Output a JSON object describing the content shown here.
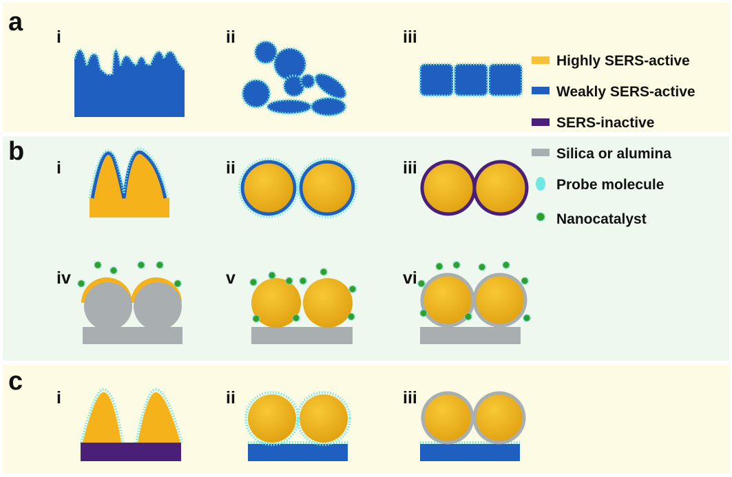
{
  "panels": {
    "a": {
      "letter": "a",
      "sub": [
        "i",
        "ii",
        "iii"
      ]
    },
    "b": {
      "letter": "b",
      "sub": [
        "i",
        "ii",
        "iii",
        "iv",
        "v",
        "vi"
      ]
    },
    "c": {
      "letter": "c",
      "sub": [
        "i",
        "ii",
        "iii"
      ]
    }
  },
  "legend": [
    {
      "label": "Highly SERS-active",
      "color": "#f5b21a"
    },
    {
      "label": "Weakly SERS-active",
      "color": "#1f5fbf"
    },
    {
      "label": "SERS-inactive",
      "color": "#4a1f78"
    },
    {
      "label": "Silica or alumina",
      "color": "#a9aeb0"
    },
    {
      "label": "Probe molecule",
      "color": "#6fe8e4"
    },
    {
      "label": "Nanocatalyst",
      "color": "#2f9e2f"
    }
  ]
}
